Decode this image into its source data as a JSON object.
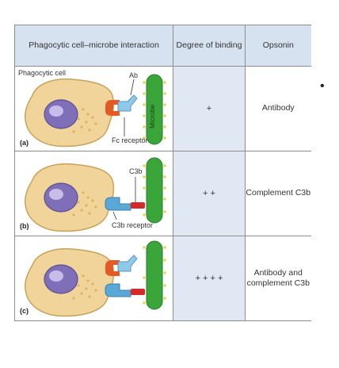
{
  "headers": {
    "interaction": "Phagocytic cell–microbe interaction",
    "binding": "Degree of binding",
    "opsonin": "Opsonin"
  },
  "rows": [
    {
      "panel": "(a)",
      "binding": "+",
      "opsonin": "Antibody",
      "labels": {
        "phagocytic_cell": "Phagocytic cell",
        "ab": "Ab",
        "microbe": "Microbe",
        "receptor": "Fc receptor"
      }
    },
    {
      "panel": "(b)",
      "binding": "+ +",
      "opsonin": "Complement C3b",
      "labels": {
        "c3b": "C3b",
        "receptor": "C3b receptor"
      }
    },
    {
      "panel": "(c)",
      "binding": "+ + + +",
      "opsonin": "Antibody and complement C3b"
    }
  ],
  "bullet": "•",
  "colors": {
    "header_bg": "#d6e2f0",
    "binding_bg": "#dfe8f3",
    "cell_body": "#f0d49a",
    "nucleus": "#9b8ac8",
    "microbe": "#3aa63a",
    "fc_receptor": "#e35a25",
    "c3b_receptor": "#5aa8d8",
    "antibody": "#8ec9e8",
    "c3b": "#d42a2a"
  }
}
